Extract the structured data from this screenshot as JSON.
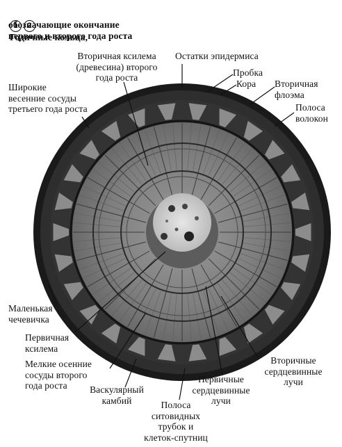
{
  "header": {
    "badge_1": "1",
    "badge_2": "2",
    "line1": "Годичные кольца,",
    "line2": "обозначающие окончание",
    "line3": "первого и второго года роста"
  },
  "labels": {
    "secondary_xylem": "Вторичная ксилема\n(древесина) второго\nгода роста",
    "epidermis_remains": "Остатки эпидермиса",
    "cork": "Пробка",
    "cortex": "Кора",
    "secondary_phloem": "Вторичная\nфлоэма",
    "fiber_band": "Полоса\nволокон",
    "wide_spring_vessels": "Широкие\nвесенние сосуды\nтретьего года роста",
    "lenticel": "Маленькая\nчечевичка",
    "primary_xylem": "Первичная\nксилема",
    "autumn_vessels": "Мелкие осенние\nсосуды второго\nгода роста",
    "vascular_cambium": "Васкулярный\nкамбий",
    "sieve_band": "Полоса\nситовидных\nтрубок и\nклеток-спутниц",
    "primary_rays": "Первичные\nсердцевинные\nлучи",
    "secondary_rays": "Вторичные\nсердцевинные\nлучи"
  },
  "colors": {
    "ink": "#111111",
    "bark_dark": "#1c1c1c",
    "wood": "#7a7a7a",
    "pith": "#d4d4d4"
  }
}
